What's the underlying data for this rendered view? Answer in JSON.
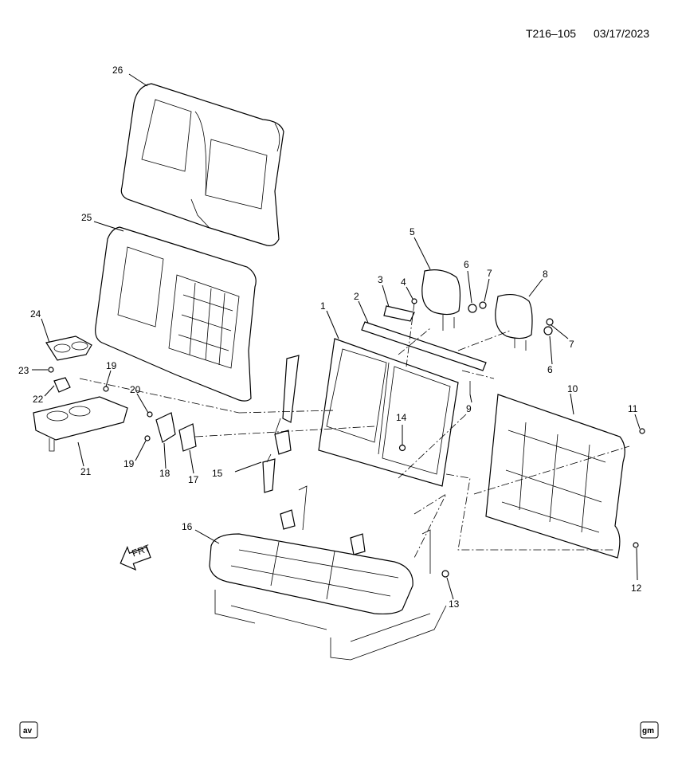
{
  "header": {
    "drawing_id": "T216–105",
    "date": "03/17/2023"
  },
  "badges": {
    "left": "av",
    "right": "gm"
  },
  "direction_arrow": {
    "label": "FRT"
  },
  "callouts": [
    "1",
    "2",
    "3",
    "4",
    "5",
    "6",
    "7",
    "8",
    "7",
    "6",
    "9",
    "10",
    "11",
    "12",
    "13",
    "14",
    "15",
    "16",
    "17",
    "18",
    "19",
    "19",
    "20",
    "21",
    "22",
    "23",
    "24",
    "25",
    "26"
  ]
}
